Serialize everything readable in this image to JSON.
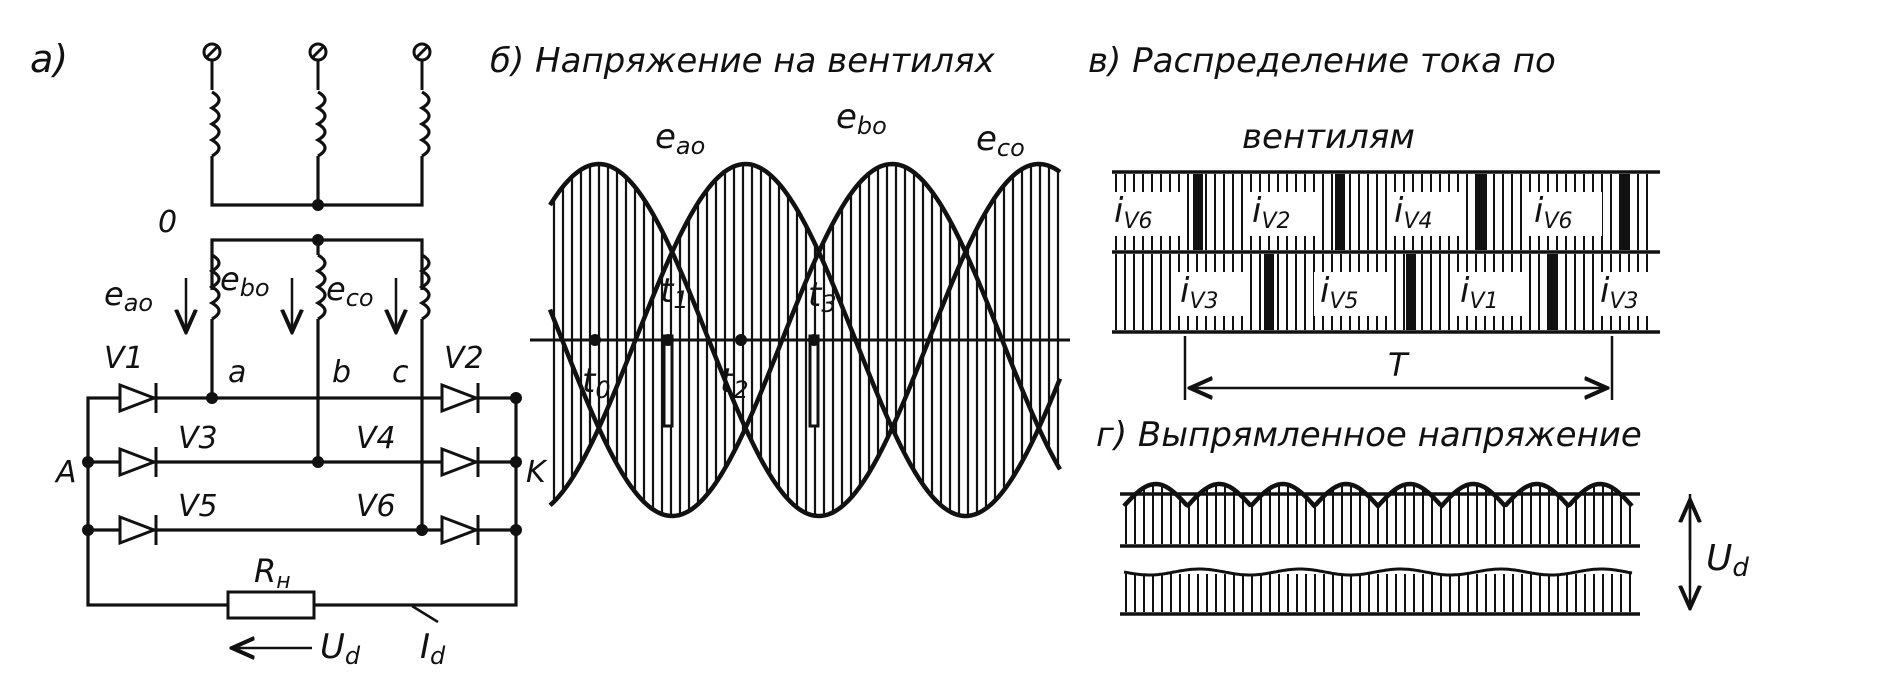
{
  "panel_a": {
    "letter": "a)",
    "node_0": "0",
    "emf_a": "e",
    "emf_a_sub": "ao",
    "emf_b": "e",
    "emf_b_sub": "bo",
    "emf_c": "e",
    "emf_c_sub": "co",
    "phase_a": "a",
    "phase_b": "b",
    "phase_c": "c",
    "v1": "V1",
    "v2": "V2",
    "v3": "V3",
    "v4": "V4",
    "v5": "V5",
    "v6": "V6",
    "node_A": "A",
    "node_K": "K",
    "load_R": "R",
    "load_R_sub": "н",
    "out_U": "U",
    "out_U_sub": "d",
    "out_I": "I",
    "out_I_sub": "d"
  },
  "panel_b": {
    "title": "б) Напряжение на вентилях",
    "curve_labels": [
      {
        "main": "e",
        "sub": "ao"
      },
      {
        "main": "e",
        "sub": "bo"
      },
      {
        "main": "e",
        "sub": "co"
      }
    ],
    "time_marks": [
      {
        "main": "t",
        "sub": "0"
      },
      {
        "main": "t",
        "sub": "1"
      },
      {
        "main": "t",
        "sub": "2"
      },
      {
        "main": "t",
        "sub": "3"
      }
    ]
  },
  "panel_v": {
    "title_line1": "в) Распределение тока по",
    "title_line2": "вентилям",
    "top_row": [
      {
        "main": "i",
        "sub": "V6"
      },
      {
        "main": "i",
        "sub": "V2"
      },
      {
        "main": "i",
        "sub": "V4"
      },
      {
        "main": "i",
        "sub": "V6"
      }
    ],
    "bottom_row": [
      {
        "main": "i",
        "sub": "V3"
      },
      {
        "main": "i",
        "sub": "V5"
      },
      {
        "main": "i",
        "sub": "V1"
      },
      {
        "main": "i",
        "sub": "V3"
      }
    ],
    "period": "T"
  },
  "panel_g": {
    "title": "г) Выпрямленное напряжение",
    "ud_main": "U",
    "ud_sub": "d"
  }
}
